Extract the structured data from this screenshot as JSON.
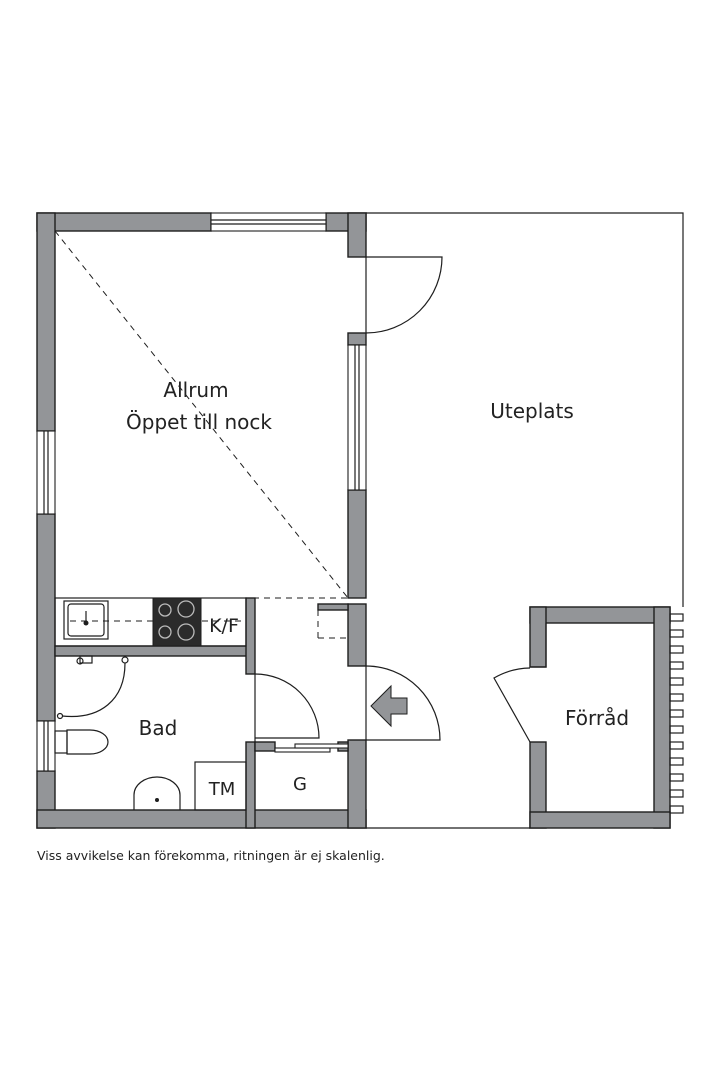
{
  "rooms": {
    "allrum_line1": "Allrum",
    "allrum_line2": "Öppet till nock",
    "uteplats": "Uteplats",
    "kitchen": "K/F",
    "bad": "Bad",
    "tm": "TM",
    "g": "G",
    "forrad": "Förråd"
  },
  "disclaimer": "Viss avvikelse kan förekomma, ritningen är ej skalenlig.",
  "colors": {
    "wall_fill": "#939598",
    "line": "#1e1e1e",
    "background": "#ffffff"
  },
  "icons": [
    "entrance-arrow-icon",
    "sink-icon",
    "stove-icon",
    "toilet-icon",
    "washbasin-icon",
    "shower-icon"
  ]
}
